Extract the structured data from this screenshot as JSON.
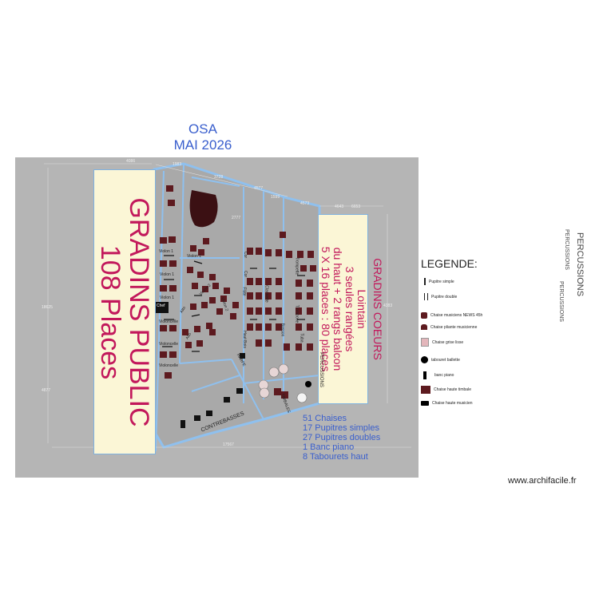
{
  "header": {
    "title_line1": "OSA",
    "title_line2": "MAI 2026"
  },
  "zones": {
    "gradins_public_line1": "GRADINS PUBLIC",
    "gradins_public_line2": "108 Places",
    "gradins_coeurs_title": "GRADINS COEURS",
    "gradins_coeurs_lines": [
      "Lointain",
      "3 seules rangées",
      "du haut + 2 rangs balcon",
      "5 X 16 places : 80 places"
    ]
  },
  "counts": [
    "51 Chaises",
    "17 Pupitres simples",
    "27 Pupitres doubles",
    "1 Banc piano",
    "8 Tabourets haut"
  ],
  "side_labels": {
    "percussions_main": "PERCUSSIONS",
    "percussions_small_1": "PERCUSSIONS",
    "percussions_small_2": "PERCUSSIONS"
  },
  "legend": {
    "title": "LEGENDE:",
    "items": [
      {
        "label": "Pupitre simple",
        "icon": "pupitre-simple-icon"
      },
      {
        "label": "Pupitre double",
        "icon": "pupitre-double-icon"
      },
      {
        "label": "Chaise musiciens NEWS 45h",
        "icon": "chaise-musicien-icon"
      },
      {
        "label": "Chaise pliante musicienne",
        "icon": "chaise-pliante-icon"
      },
      {
        "label": "Chaise grise lisse",
        "icon": "chaise-grise-icon"
      },
      {
        "label": "tabouret ballette",
        "icon": "tabouret-icon"
      },
      {
        "label": "banc piano",
        "icon": "banc-piano-icon"
      },
      {
        "label": "Chaise haute timbale",
        "icon": "chaise-timbale-icon"
      },
      {
        "label": "Chaise haute musicien",
        "icon": "chaise-haute-icon"
      }
    ]
  },
  "sections": {
    "violon1_a": "Violon 1",
    "violon1_b": "Violon 1",
    "violon1_c": "Violon 1",
    "violon1_d": "Violon 1",
    "violon2_a": "Violon 2",
    "violon2_b": "Violon 2",
    "violoncelle_a": "Violoncelle",
    "violoncelle_b": "Violoncelle",
    "violoncelle_c": "Violoncelle",
    "alto_a": "Alto",
    "alto_b": "Alto",
    "cor_a": "Cor",
    "cor_b": "Cor",
    "flute": "Flûte",
    "hautbois": "Haut Bois",
    "clarinette": "Clarinette",
    "basson": "Basson",
    "trompette": "Trompette",
    "trombone": "Trombone",
    "tuba": "Tuba",
    "harpe": "HARPE",
    "contrebasses": "CONTREBASSES",
    "timbales": "TIMBALES",
    "percussions_stage": "PERCUSSIONS",
    "chef": "Chef"
  },
  "dimensions": [
    "4086",
    "1983",
    "3728",
    "4577",
    "1599",
    "4573",
    "4643",
    "6653",
    "18625",
    "4383",
    "17567",
    "4877",
    "2777"
  ],
  "colors": {
    "accent_blue": "#3a5fcd",
    "magenta": "#c2185b",
    "seat": "#5d1a1f",
    "floor": "#b5b5b5",
    "gradin": "#fbf6d6"
  },
  "footer": {
    "watermark": "www.archifacile.fr"
  }
}
